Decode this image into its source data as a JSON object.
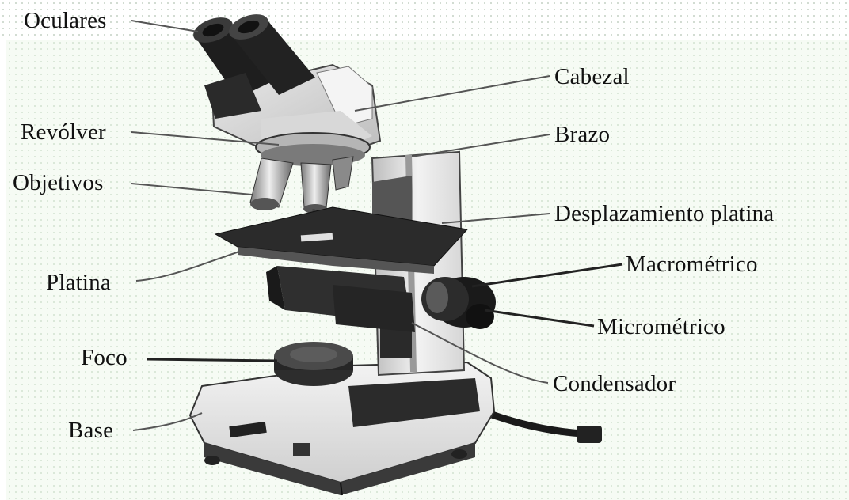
{
  "diagram": {
    "labels": {
      "oculares": "Oculares",
      "revolver": "Revólver",
      "objetivos": "Objetivos",
      "platina": "Platina",
      "foco": "Foco",
      "base": "Base",
      "cabezal": "Cabezal",
      "brazo": "Brazo",
      "desplazamiento_platina": "Desplazamiento platina",
      "macrometrico": "Macrométrico",
      "micrometrico": "Micrométrico",
      "condensador": "Condensador"
    },
    "colors": {
      "ink": "#111111",
      "leader": "#555555",
      "panel": "#f6fbf4"
    }
  }
}
